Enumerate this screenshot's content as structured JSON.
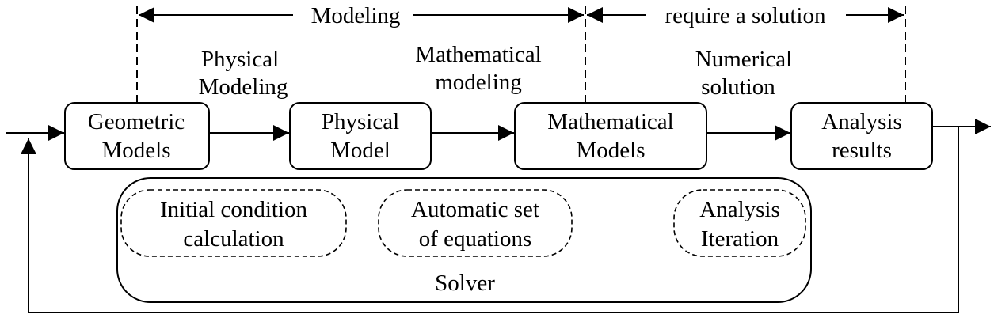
{
  "top_labels": {
    "modeling": "Modeling",
    "require_solution": "require a solution"
  },
  "stage_labels": {
    "physical_modeling": [
      "Physical",
      "Modeling"
    ],
    "mathematical_modeling": [
      "Mathematical",
      "modeling"
    ],
    "numerical_solution": [
      "Numerical",
      "solution"
    ]
  },
  "boxes": {
    "geometric_models": [
      "Geometric",
      "Models"
    ],
    "physical_model": [
      "Physical",
      "Model"
    ],
    "mathematical_models": [
      "Mathematical",
      "Models"
    ],
    "analysis_results": [
      "Analysis",
      "results"
    ]
  },
  "solver": {
    "label": "Solver",
    "initial_condition": [
      "Initial condition",
      "calculation"
    ],
    "automatic_set": [
      "Automatic set",
      "of equations"
    ],
    "analysis_iteration": [
      "Analysis",
      "Iteration"
    ]
  },
  "colors": {
    "line": "#000000",
    "background": "#ffffff"
  }
}
